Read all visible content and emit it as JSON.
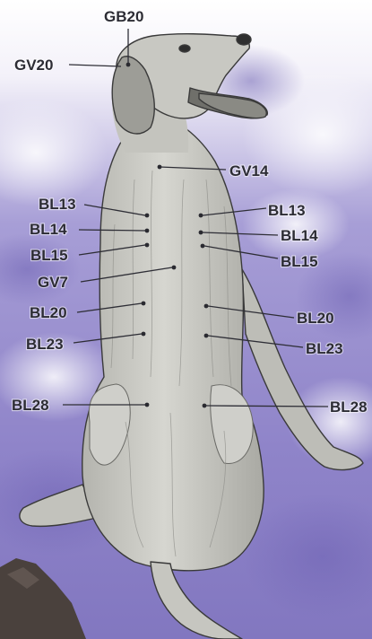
{
  "colors": {
    "sky_light": "#eeeaf6",
    "sky_dark": "#8b7fc7",
    "dog_fur": "#c9c9c3",
    "dog_shadow": "#8d8d88",
    "outline": "#3a3a3a",
    "label_text": "#2c2c34",
    "rock": "#4a413d"
  },
  "points": [
    {
      "id": "gb20",
      "label": "GB20"
    },
    {
      "id": "gv20",
      "label": "GV20"
    },
    {
      "id": "gv14",
      "label": "GV14"
    },
    {
      "id": "bl13-left",
      "label": "BL13"
    },
    {
      "id": "bl13-right",
      "label": "BL13"
    },
    {
      "id": "bl14-left",
      "label": "BL14"
    },
    {
      "id": "bl14-right",
      "label": "BL14"
    },
    {
      "id": "bl15-left",
      "label": "BL15"
    },
    {
      "id": "bl15-right",
      "label": "BL15"
    },
    {
      "id": "gv7",
      "label": "GV7"
    },
    {
      "id": "bl20-left",
      "label": "BL20"
    },
    {
      "id": "bl20-right",
      "label": "BL20"
    },
    {
      "id": "bl23-left",
      "label": "BL23"
    },
    {
      "id": "bl23-right",
      "label": "BL23"
    },
    {
      "id": "bl28-left",
      "label": "BL28"
    },
    {
      "id": "bl28-right",
      "label": "BL28"
    }
  ]
}
